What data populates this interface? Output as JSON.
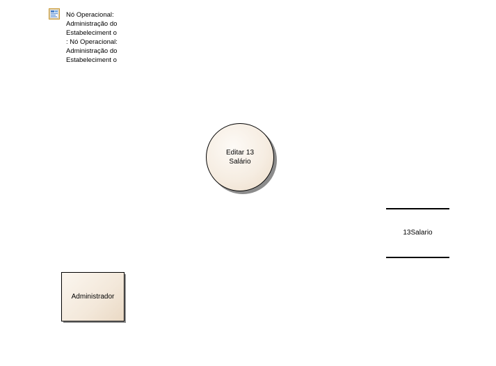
{
  "node": {
    "icon": "element-type-icon",
    "label": "Nó Operacional: Administração do Estabeleciment o : Nó Operacional: Administração do Estabeleciment o"
  },
  "process": {
    "label_line1": "Editar 13",
    "label_line2": "Salário"
  },
  "data_store": {
    "label": "13Salario"
  },
  "external_entity": {
    "label": "Administrador"
  }
}
